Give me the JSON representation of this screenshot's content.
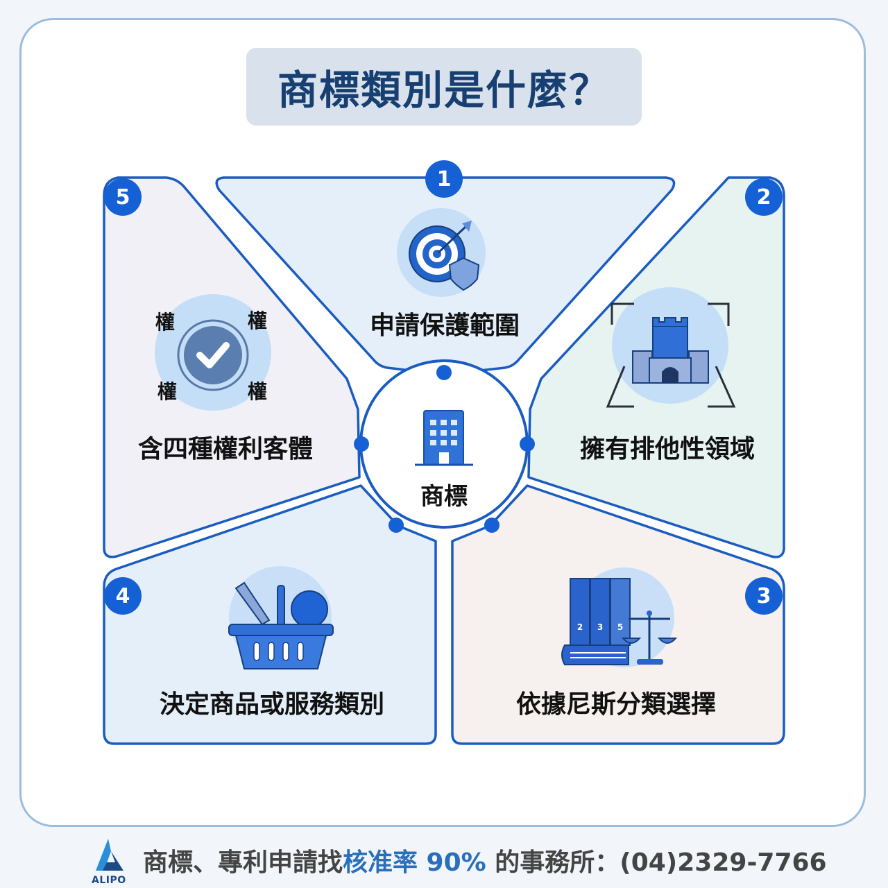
{
  "title": "商標類別是什麼？",
  "center": {
    "label": "商標",
    "icon": "building-icon"
  },
  "panels": [
    {
      "number": "1",
      "label": "申請保護範圍",
      "icon": "target-shield-icon"
    },
    {
      "number": "2",
      "label": "擁有排他性領域",
      "icon": "castle-territory-icon"
    },
    {
      "number": "3",
      "label": "依據尼斯分類選擇",
      "icon": "books-scale-icon",
      "book_numbers": [
        "2",
        "3",
        "5"
      ]
    },
    {
      "number": "4",
      "label": "決定商品或服務類別",
      "icon": "basket-tools-apple-icon"
    },
    {
      "number": "5",
      "label": "含四種權利客體",
      "icon": "check-cycle-icon",
      "rights_chars": [
        "權",
        "權",
        "權",
        "權"
      ]
    }
  ],
  "footer": {
    "logo_text": "ALIPO",
    "text_prefix": "商標、專利申請找",
    "text_highlight": "核准率 90%",
    "text_suffix": " 的事務所：(04)2329-7766"
  },
  "colors": {
    "accent": "#1560d4",
    "title_text": "#173f71",
    "title_bg": "#d9e2ec",
    "card_border": "#9dbcdc",
    "footer_highlight": "#2a6fba"
  }
}
